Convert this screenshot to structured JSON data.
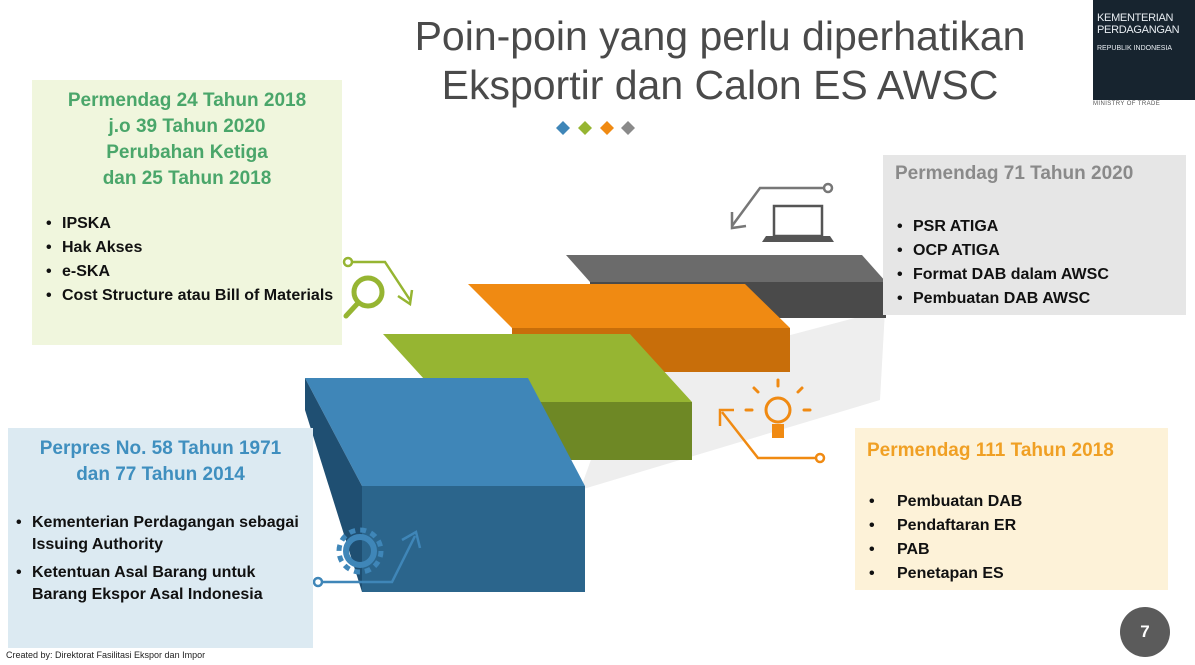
{
  "slide": {
    "title_line1": "Poin-poin yang perlu diperhatikan",
    "title_line2": "Eksportir dan Calon ES AWSC",
    "page_number": "7",
    "footer": "Created by: Direktorat Fasilitasi Ekspor dan Impor"
  },
  "logo": {
    "line1": "KEMENTERIAN",
    "line2": "PERDAGANGAN",
    "line3": "REPUBLIK INDONESIA",
    "line4": "MINISTRY OF TRADE"
  },
  "colors": {
    "step_blue": "#3f86b8",
    "step_green": "#96b532",
    "step_orange": "#f08a12",
    "step_gray": "#6b6b6b",
    "accent_green": "#4aa66a",
    "accent_blue": "#3f8fbf",
    "accent_orange": "#f0a024"
  },
  "box_green": {
    "heading": [
      "Permendag 24 Tahun 2018",
      "j.o 39 Tahun 2020",
      "Perubahan Ketiga",
      "dan 25 Tahun 2018"
    ],
    "items": [
      "IPSKA",
      "Hak Akses",
      "e-SKA",
      "Cost Structure atau Bill of Materials"
    ]
  },
  "box_gray": {
    "heading": "Permendag 71 Tahun 2020",
    "items": [
      "PSR ATIGA",
      "OCP ATIGA",
      "Format DAB dalam AWSC",
      "Pembuatan DAB AWSC"
    ]
  },
  "box_blue": {
    "heading": [
      "Perpres No. 58 Tahun 1971",
      "dan 77 Tahun 2014"
    ],
    "items": [
      "Kementerian Perdagangan sebagai Issuing Authority",
      "Ketentuan Asal Barang untuk Barang Ekspor Asal Indonesia"
    ]
  },
  "box_orange": {
    "heading": "Permendag 111 Tahun 2018",
    "items": [
      "Pembuatan DAB",
      "Pendaftaran ER",
      "PAB",
      "Penetapan ES"
    ]
  },
  "icons": [
    "magnifier-icon",
    "laptop-icon",
    "lightbulb-icon",
    "gear-icon"
  ]
}
